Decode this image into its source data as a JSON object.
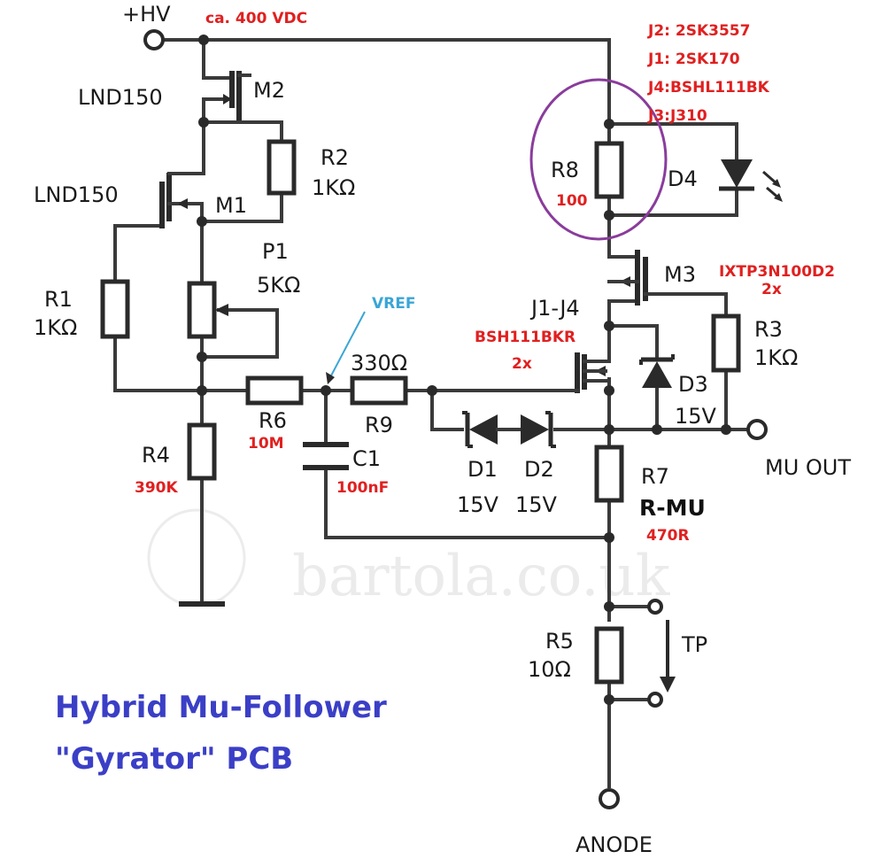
{
  "colors": {
    "wire": "#3a3a3a",
    "annotation": "#e02020",
    "vref": "#3aa5d6",
    "title": "#3b3fc6",
    "highlight_circle": "#8a3c9c"
  },
  "supply": {
    "hv_label": "+HV",
    "hv_note": "ca. 400 VDC"
  },
  "m2": {
    "type": "LND150",
    "name": "M2"
  },
  "m1": {
    "type": "LND150",
    "name": "M1"
  },
  "r2": {
    "name": "R2",
    "value": "1KΩ"
  },
  "p1": {
    "name": "P1",
    "value": "5KΩ"
  },
  "r1": {
    "name": "R1",
    "value": "1KΩ"
  },
  "r4": {
    "name": "R4",
    "value": "390K"
  },
  "r6": {
    "name": "R6",
    "value": "10M"
  },
  "vref": "VREF",
  "r9": {
    "name": "R9",
    "value": "330Ω"
  },
  "c1": {
    "name": "C1",
    "value": "100nF"
  },
  "d1": {
    "name": "D1",
    "value": "15V"
  },
  "d2": {
    "name": "D2",
    "value": "15V"
  },
  "jfets": {
    "j2": "J2: 2SK3557",
    "j1": "J1: 2SK170",
    "j4": "J4:BSHL111BK",
    "j3": "J3:J310"
  },
  "r8": {
    "name": "R8",
    "value": "100"
  },
  "d4": {
    "name": "D4"
  },
  "m3": {
    "name": "M3",
    "part": "IXTP3N100D2",
    "qty": "2x"
  },
  "j1j4": {
    "name": "J1-J4",
    "part": "BSH111BKR",
    "qty": "2x"
  },
  "r3": {
    "name": "R3",
    "value": "1KΩ"
  },
  "d3": {
    "name": "D3",
    "value": "15V"
  },
  "mu_out": "MU OUT",
  "r7": {
    "name": "R7",
    "label": "R-MU",
    "value": "470R"
  },
  "r5": {
    "name": "R5",
    "value": "10Ω"
  },
  "tp": "TP",
  "anode": "ANODE",
  "watermark": "bartola.co.uk",
  "title": {
    "line1": "Hybrid Mu-Follower",
    "line2": "\"Gyrator\" PCB"
  }
}
